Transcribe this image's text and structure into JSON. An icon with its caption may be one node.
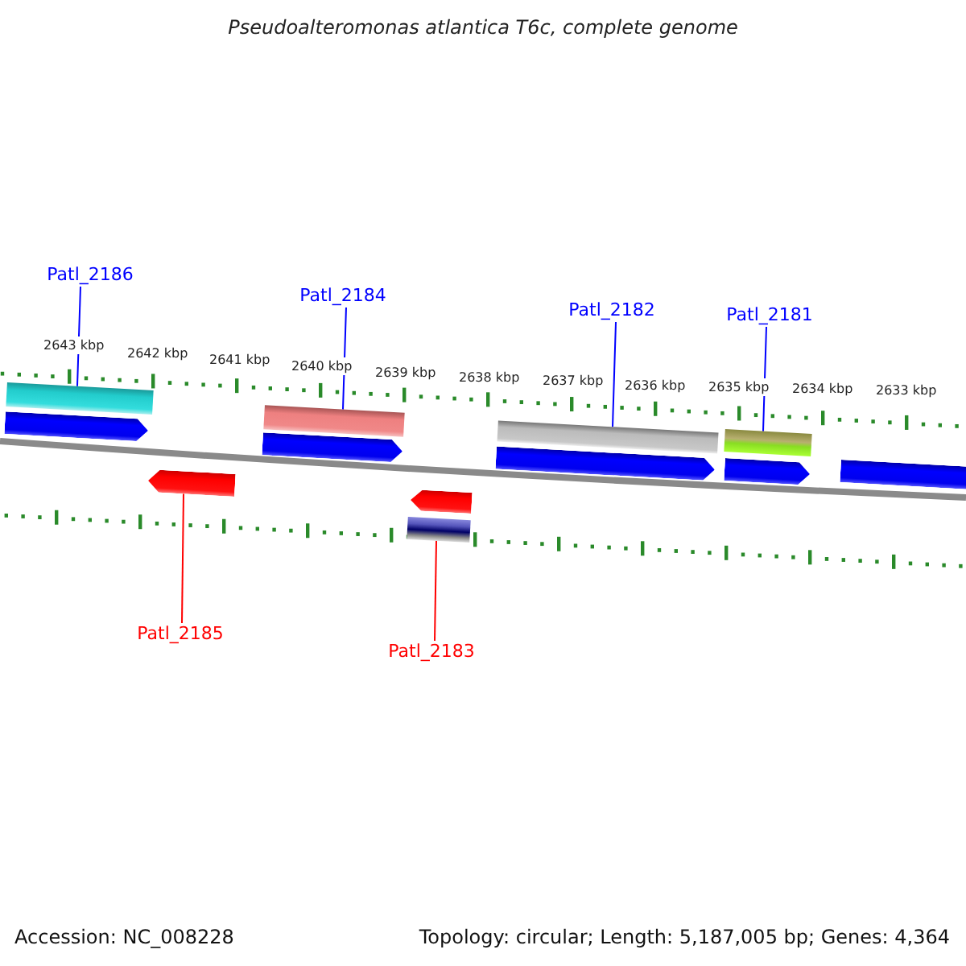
{
  "diagram": {
    "title": "Pseudoalteromonas atlantica T6c, complete genome",
    "nodes": [
      {
        "text": [
          "Patl_2186"
        ]
      },
      {
        "text": [
          "Patl_2184"
        ]
      },
      {
        "text": [
          "Patl_2182"
        ]
      },
      {
        "text": [
          "Patl_2181"
        ]
      },
      {
        "text": [
          "Patl_2185"
        ]
      },
      {
        "text": [
          "Patl_2183"
        ]
      },
      {
        "text": [],
        "shape": "arrow"
      },
      {
        "text": [],
        "shape": "bar"
      },
      {
        "text": [],
        "shape": "arrow"
      },
      {
        "text": [],
        "shape": "arrow"
      },
      {
        "text": [],
        "shape": "bar"
      },
      {
        "text": [],
        "shape": "bar"
      },
      {
        "text": [],
        "shape": "arrow"
      },
      {
        "text": [],
        "shape": "arrow"
      },
      {
        "text": [],
        "shape": "bar"
      },
      {
        "text": [],
        "shape": "arrow"
      },
      {
        "text": [],
        "shape": "bar"
      },
      {
        "text": [],
        "shape": "arrow"
      }
    ],
    "edges": [
      {
        "from": 0,
        "to": 7,
        "arrow": "none"
      },
      {
        "from": 1,
        "to": 10,
        "arrow": "none"
      },
      {
        "from": 2,
        "to": 14,
        "arrow": "none"
      },
      {
        "from": 3,
        "to": 16,
        "arrow": "none"
      },
      {
        "from": 4,
        "to": 8,
        "arrow": "none",
        "color": "#ff0000"
      },
      {
        "from": 5,
        "to": 11,
        "arrow": "none",
        "color": "#ff0000"
      }
    ],
    "labels": [
      "2643 kbp",
      "2642 kbp",
      "2641 kbp",
      "2640 kbp",
      "2639 kbp",
      "2638 kbp",
      "2637 kbp",
      "2636 kbp",
      "2635 kbp",
      "2634 kbp",
      "2633 kbp",
      "Accession: NC_008228",
      "Topology: circular; Length: 5,187,005 bp; Genes: 4,364"
    ]
  }
}
